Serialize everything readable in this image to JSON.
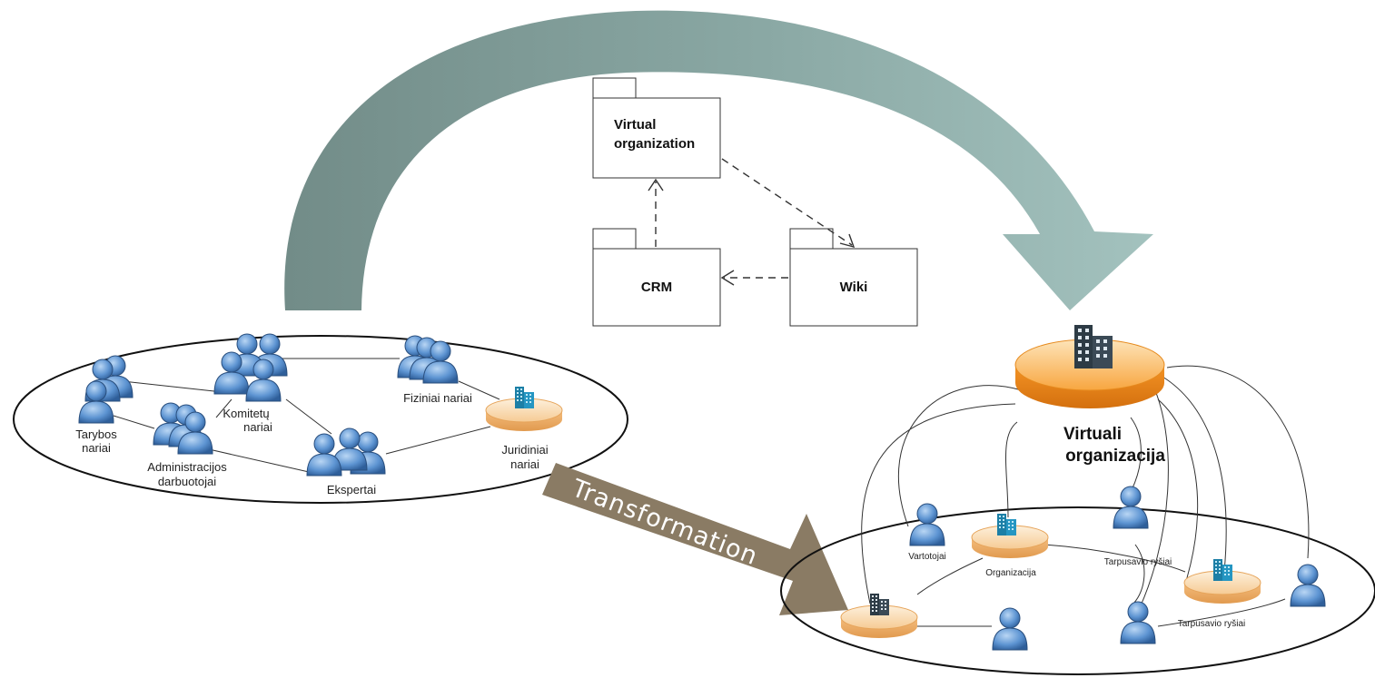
{
  "uml": {
    "virtual_org": [
      "Virtual",
      "organization"
    ],
    "crm": "CRM",
    "wiki": "Wiki"
  },
  "left_group": {
    "tarybos": [
      "Tarybos",
      "nariai"
    ],
    "komitetu": [
      "Komitetų",
      "nariai"
    ],
    "fiziniai": "Fiziniai nariai",
    "administracijos": [
      "Administracijos",
      "darbuotojai"
    ],
    "ekspertai": "Ekspertai",
    "juridiniai": [
      "Juridiniai",
      "nariai"
    ]
  },
  "transformation_label": "Transformation",
  "right_group": {
    "title": [
      "Virtuali",
      "organizacija"
    ],
    "vartotojai": "Vartotojai",
    "organizacija": "Organizacija",
    "tarpusavio_1": "Tarpusavio ryšiai",
    "tarpusavio_2": "Tarpusavio ryšiai"
  },
  "colors": {
    "arc_left": "#7d9693",
    "arc_right": "#9dbcb8",
    "transform_arrow": "#8a7b64",
    "person": "#5a90cf",
    "org_big": "#f39325",
    "org_small": "#f5c089"
  },
  "icons": [
    "person-group-icon",
    "person-icon",
    "building-icon",
    "uml-package-icon"
  ]
}
